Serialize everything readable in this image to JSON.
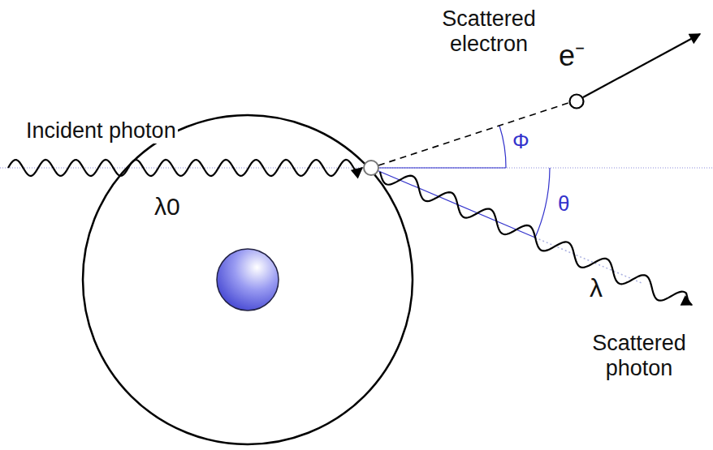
{
  "diagram": {
    "labels": [
      "Scattered electron",
      "e⁻",
      "Incident photon",
      "λ0",
      "Φ",
      "θ",
      "λ",
      "Scattered photon"
    ]
  }
}
